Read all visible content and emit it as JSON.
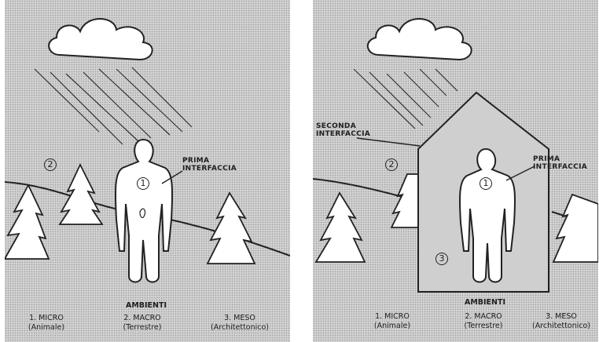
{
  "panels": [
    {
      "labels": {
        "first_interface": "PRIMA\nINTERFACCIA",
        "zone_1": "1",
        "zone_2": "2"
      },
      "captions": {
        "heading": "AMBIENTI",
        "micro_title": "1. MICRO",
        "micro_sub": "(Animale)",
        "macro_title": "2. MACRO",
        "macro_sub": "(Terrestre)",
        "meso_title": "3. MESO",
        "meso_sub": "(Architettonico)"
      }
    },
    {
      "labels": {
        "second_interface": "SECONDA\nINTERFACCIA",
        "first_interface": "PRIMA\nINTERFACCIA",
        "zone_1": "1",
        "zone_2": "2",
        "zone_3": "3"
      },
      "captions": {
        "heading": "AMBIENTI",
        "micro_title": "1. MICRO",
        "micro_sub": "(Animale)",
        "macro_title": "2. MACRO",
        "macro_sub": "(Terrestre)",
        "meso_title": "3. MESO",
        "meso_sub": "(Architettonico)"
      }
    }
  ],
  "colors": {
    "ink": "#1e1e1e",
    "paper_dots": "#d2d2d2",
    "figure_fill": "#ffffff"
  },
  "icons": [
    "cloud-icon",
    "rain-lines",
    "tree-icon",
    "human-figure-icon",
    "house-outline"
  ]
}
